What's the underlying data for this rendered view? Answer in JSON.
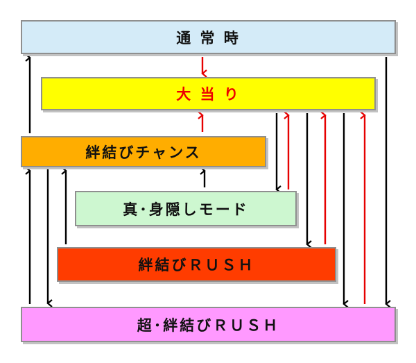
{
  "nodes": {
    "normal": {
      "label": "通 常 時",
      "fill": "#d4ebf8",
      "text_color": "#111111"
    },
    "jackpot": {
      "label": "大 当 り",
      "fill": "#ffff00",
      "text_color": "#ee0000"
    },
    "chance": {
      "label": "絆結びチャンス",
      "fill": "#ffad00",
      "text_color": "#111111"
    },
    "hidden": {
      "label": "真･身隠しモード",
      "fill": "#cdf7d0",
      "text_color": "#111111"
    },
    "rush": {
      "label": "絆結びＲＵＳＨ",
      "fill": "#ff3c00",
      "text_color": "#111111"
    },
    "super_rush": {
      "label": "超･絆結びＲＵＳＨ",
      "fill": "#ff99ff",
      "text_color": "#111111"
    }
  },
  "edge_colors": {
    "black": "#000000",
    "red": "#e60000"
  },
  "edges": [
    {
      "from": "normal",
      "to": "jackpot",
      "color": "red"
    },
    {
      "from": "chance",
      "to": "jackpot",
      "color": "red"
    },
    {
      "from": "chance",
      "to": "normal",
      "color": "black"
    },
    {
      "from": "hidden",
      "to": "chance",
      "color": "black"
    },
    {
      "from": "rush",
      "to": "chance",
      "color": "black"
    },
    {
      "from": "super_rush",
      "to": "chance",
      "color": "black"
    },
    {
      "from": "chance",
      "to": "super_rush",
      "color": "black"
    },
    {
      "from": "jackpot",
      "to": "hidden",
      "color": "black"
    },
    {
      "from": "hidden",
      "to": "jackpot",
      "color": "red"
    },
    {
      "from": "jackpot",
      "to": "rush",
      "color": "black"
    },
    {
      "from": "rush",
      "to": "jackpot",
      "color": "red"
    },
    {
      "from": "jackpot",
      "to": "super_rush",
      "color": "black"
    },
    {
      "from": "super_rush",
      "to": "jackpot",
      "color": "red"
    },
    {
      "from": "normal",
      "to": "super_rush",
      "color": "black"
    }
  ]
}
